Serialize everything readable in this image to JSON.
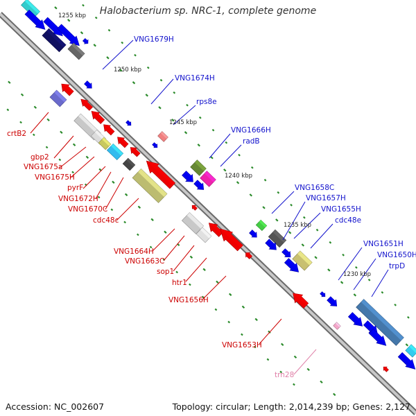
{
  "title": "Halobacterium sp. NRC-1, complete genome",
  "footer": {
    "accession": "Accession: NC_002607",
    "summary": "Topology: circular; Length: 2,014,239 bp; Genes: 2,127"
  },
  "kbp_labels": [
    "1255 kbp",
    "1250 kbp",
    "1245 kbp",
    "1240 kbp",
    "1235 kbp",
    "1230 kbp"
  ],
  "gene_labels_blue": [
    "VNG1679H",
    "VNG1674H",
    "rps8e",
    "VNG1666H",
    "radB",
    "VNG1658C",
    "VNG1657H",
    "VNG1655H",
    "cdc48e",
    "VNG1651H",
    "VNG1650H",
    "trpD"
  ],
  "gene_labels_red": [
    "crtB2",
    "gbp2",
    "VNG1675a",
    "VNG1675H",
    "pyrF",
    "VNG1672H",
    "VNG1670C",
    "cdc48c",
    "VNG1664H",
    "VNG1663C",
    "sop1",
    "htr1",
    "VNG1656H",
    "VNG1653H"
  ],
  "gene_labels_pink": [
    "trn28"
  ],
  "colors": {
    "backbone": "#8c8c8c",
    "forward_gene": "#0000ee",
    "reverse_gene": "#ee0000",
    "trna": "#f4a6c8",
    "tick": "#2a8a2a",
    "label_blue": "#1010cc",
    "label_red": "#cc0000",
    "label_pink": "#e080a8"
  }
}
